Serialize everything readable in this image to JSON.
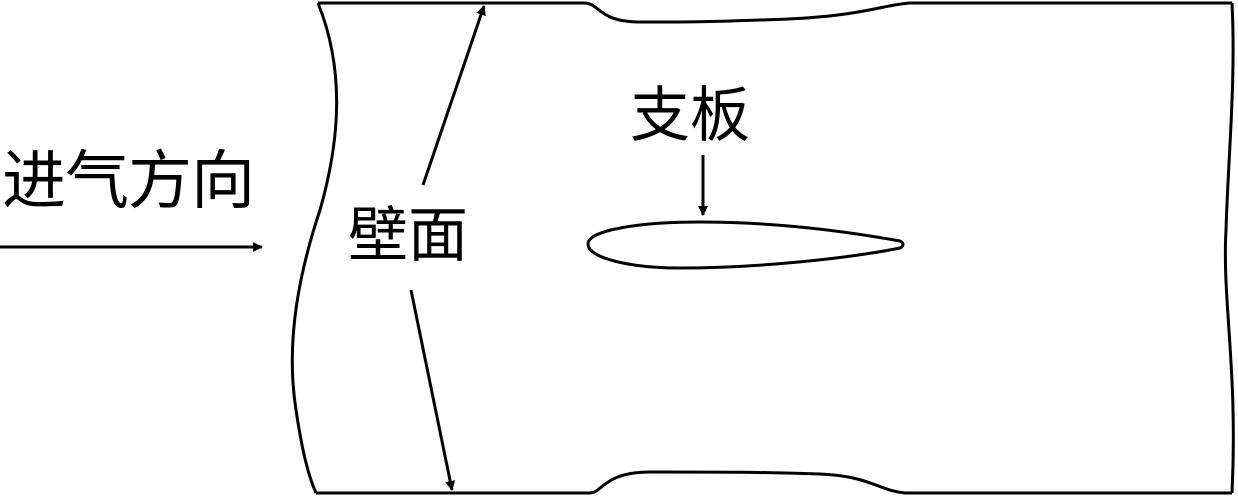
{
  "labels": {
    "inlet_direction": "进气方向",
    "strut": "支板",
    "wall": "壁面"
  },
  "colors": {
    "line": "#000000",
    "background": "#ffffff"
  }
}
